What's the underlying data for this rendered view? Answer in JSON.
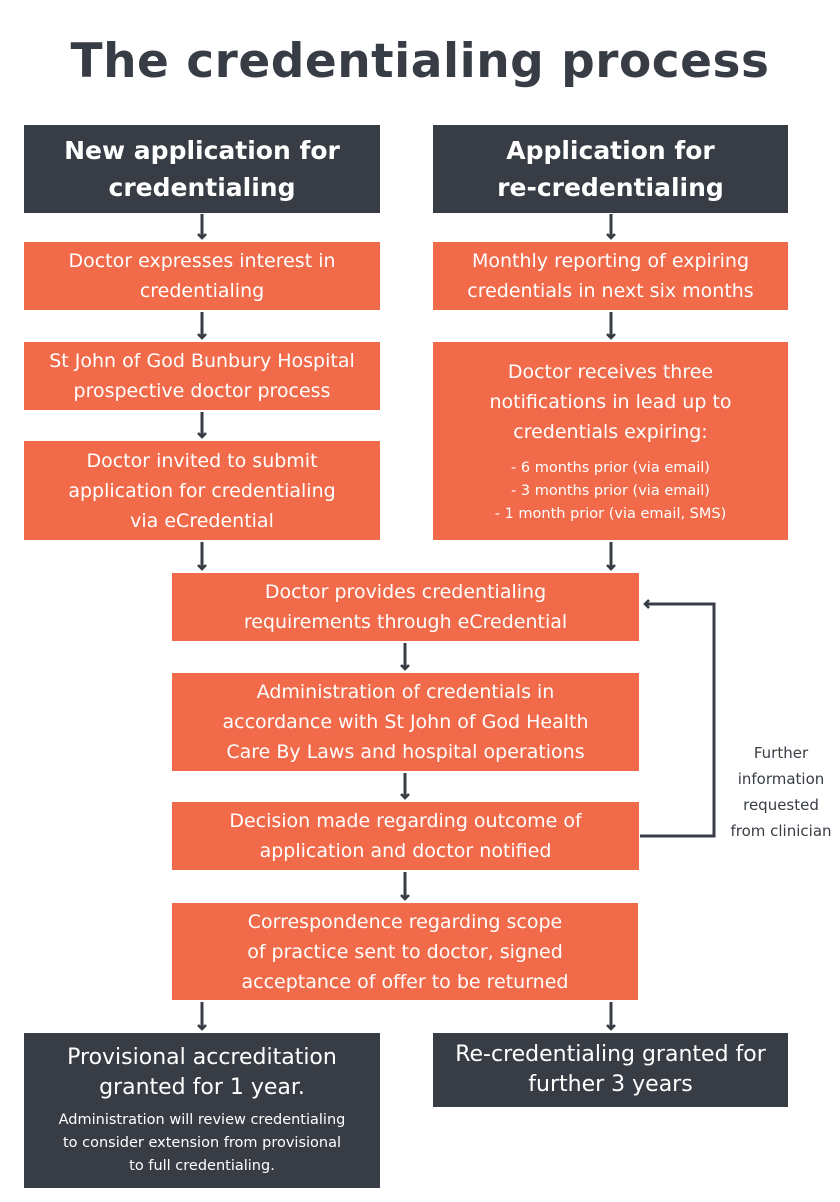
{
  "title": "The credentialing process",
  "headers": {
    "new": [
      "New application for",
      "credentialing"
    ],
    "re": [
      "Application for",
      "re-credentialing"
    ]
  },
  "left_steps": [
    [
      "Doctor expresses interest in",
      "credentialing"
    ],
    [
      "St John of God Bunbury Hospital",
      "prospective doctor process"
    ],
    [
      "Doctor invited to submit",
      "application for credentialing",
      "via eCredential"
    ]
  ],
  "right_steps": {
    "monthly": [
      "Monthly reporting of expiring",
      "credentials in next six months"
    ],
    "notifications_title": [
      "Doctor receives three",
      "notifications in lead up to",
      "credentials expiring:"
    ],
    "notifications_list": [
      "- 6 months prior (via email)",
      "- 3 months prior (via email)",
      "- 1 month prior (via email, SMS)"
    ]
  },
  "center_steps": [
    [
      "Doctor provides credentialing",
      "requirements through eCredential"
    ],
    [
      "Administration of credentials in",
      "accordance with St John of God Health",
      "Care By Laws and hospital operations"
    ],
    [
      "Decision made regarding outcome of",
      "application and doctor notified"
    ],
    [
      "Correspondence regarding scope",
      "of practice sent to doctor, signed",
      "acceptance of offer to be returned"
    ]
  ],
  "loop_note": [
    "Further",
    "information",
    "requested",
    "from clinician"
  ],
  "outcomes": {
    "provisional": {
      "title": [
        "Provisional accreditation",
        "granted for 1 year."
      ],
      "detail": [
        "Administration will review credentialing",
        "to consider extension from provisional",
        "to full credentialing."
      ]
    },
    "re": [
      "Re-credentialing granted for",
      "further 3 years"
    ]
  },
  "colors": {
    "dark": "#383d45",
    "orange": "#f16a4a",
    "background": "#ffffff"
  }
}
